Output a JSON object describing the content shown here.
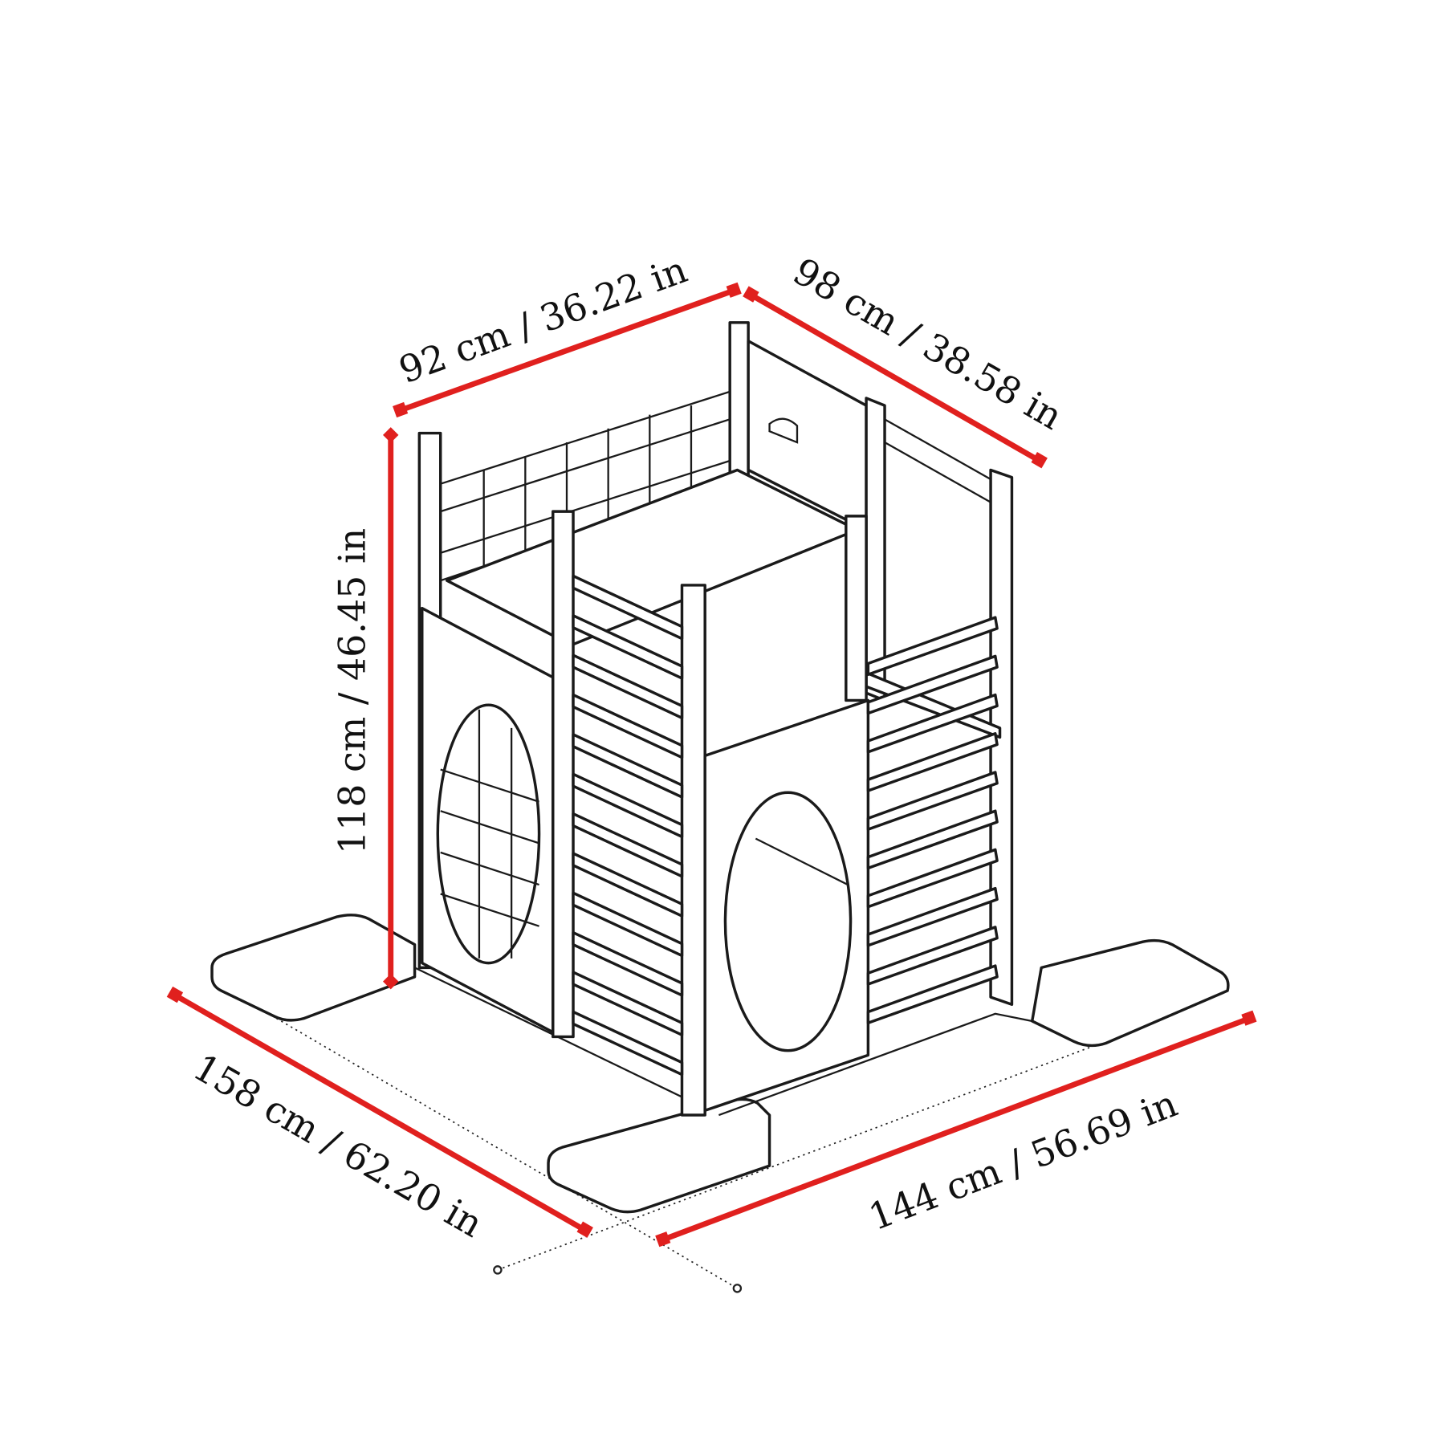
{
  "dimensions": {
    "top_width": "92 cm / 36.22 in",
    "top_depth": "98 cm / 38.58 in",
    "height": "118 cm / 46.45 in",
    "base_depth": "158 cm / 62.20 in",
    "base_width": "144 cm / 56.69 in"
  },
  "colors": {
    "dimension_line": "#e0201e",
    "outline": "#1a1a1a",
    "background": "#ffffff"
  }
}
